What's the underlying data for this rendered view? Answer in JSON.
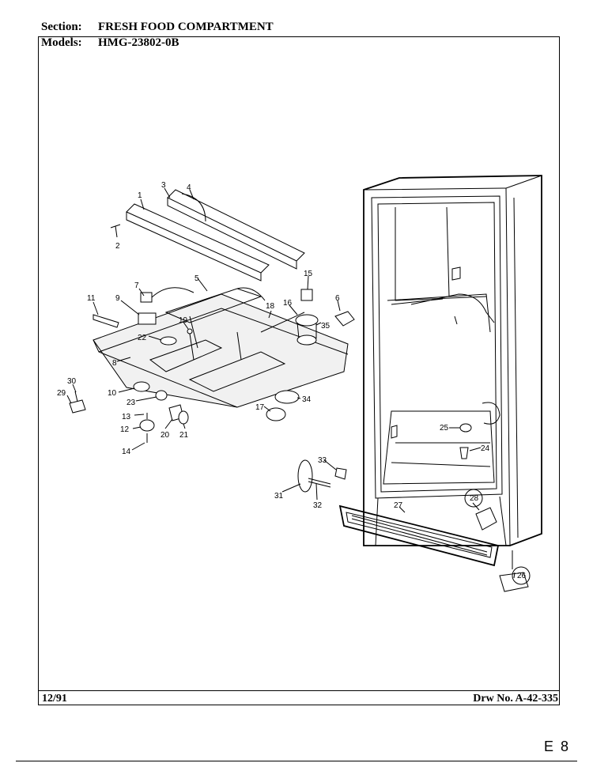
{
  "header": {
    "section_key": "Section:",
    "section_value": "FRESH FOOD COMPARTMENT",
    "models_key": "Models:",
    "models_value": "HMG-23802-0B"
  },
  "footer": {
    "date": "12/91",
    "drawing_number": "Drw No. A-42-335"
  },
  "page_mark": "E 8",
  "callouts": [
    "1",
    "2",
    "3",
    "4",
    "5",
    "6",
    "7",
    "8",
    "9",
    "10",
    "11",
    "12",
    "13",
    "14",
    "15",
    "16",
    "17",
    "18",
    "19",
    "20",
    "21",
    "22",
    "23",
    "24",
    "25",
    "26",
    "27",
    "28",
    "29",
    "30",
    "31",
    "32",
    "33",
    "34",
    "35"
  ]
}
